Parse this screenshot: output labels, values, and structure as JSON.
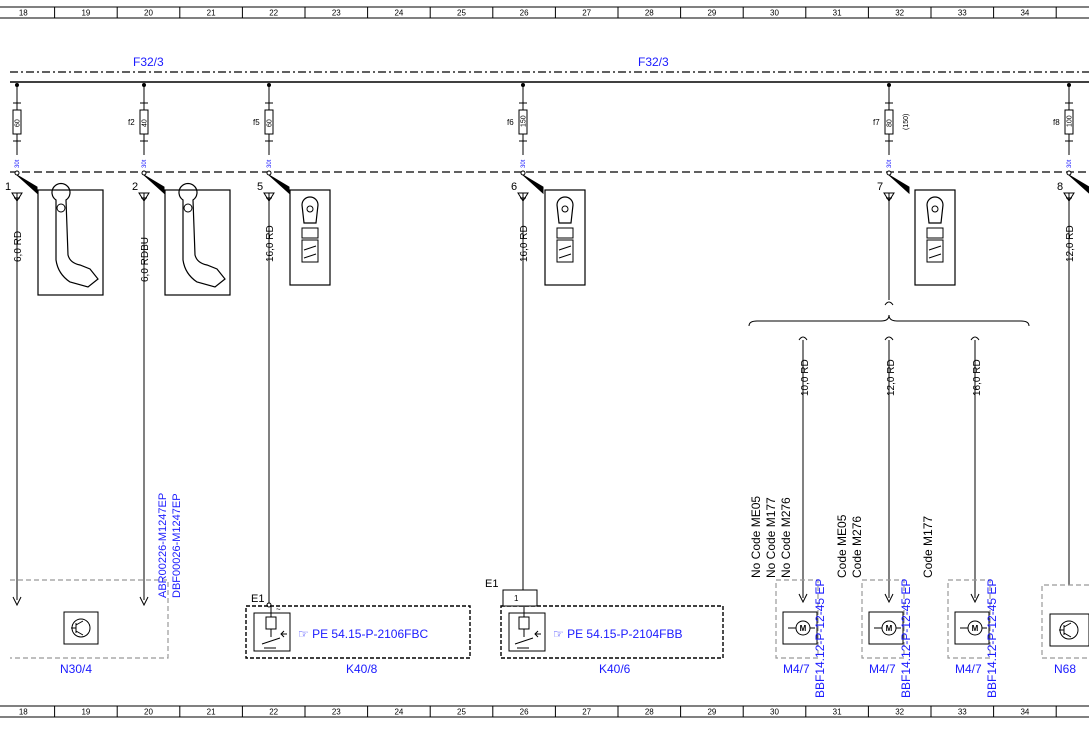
{
  "grid_numbers": [
    "18",
    "19",
    "20",
    "21",
    "22",
    "23",
    "24",
    "25",
    "26",
    "27",
    "28",
    "29",
    "30",
    "31",
    "32",
    "33",
    "34"
  ],
  "fuse_box_labels": [
    "F32/3",
    "F32/3"
  ],
  "fuses": [
    {
      "name": "",
      "rating": "60",
      "pin_tag": "30t",
      "pin": "1",
      "wire": "6,0 RD"
    },
    {
      "name": "f2",
      "rating": "40",
      "pin_tag": "30t",
      "pin": "2",
      "wire": "6,0 RDBU"
    },
    {
      "name": "f5",
      "rating": "60",
      "pin_tag": "30t",
      "pin": "5",
      "wire": "16,0 RD"
    },
    {
      "name": "f6",
      "rating": "150",
      "pin_tag": "30t",
      "pin": "6",
      "wire": "16,0 RD"
    },
    {
      "name": "f7",
      "rating": "80",
      "extra": "(150)",
      "pin_tag": "30t",
      "pin": "7"
    },
    {
      "name": "f8",
      "rating": "100",
      "pin_tag": "30t",
      "pin": "8",
      "wire": "12,0 RD"
    }
  ],
  "branch_wires": [
    "10,0 RD",
    "12,0 RD",
    "16,0 RD"
  ],
  "n30_refs": [
    "ABR00226-M1247EP",
    "DBF00026-M1247EP"
  ],
  "relays": [
    {
      "pin": "E1",
      "ref": "PE 54.15-P-2106FBC",
      "label": "K40/8"
    },
    {
      "pin": "E1",
      "ref": "PE 54.15-P-2104FBB",
      "label": "K40/6"
    }
  ],
  "relay_terminal": "1",
  "components": {
    "n30": "N30/4",
    "n68": "N68"
  },
  "motors": [
    {
      "codes": [
        "No Code ME05",
        "No Code M177",
        "No Code M276"
      ],
      "ref": "BBF14.12-P-12-45 EP",
      "label": "M4/7"
    },
    {
      "codes": [
        "Code ME05",
        "Code M276"
      ],
      "ref": "BBF14.12-P-12-45 EP",
      "label": "M4/7"
    },
    {
      "codes": [
        "Code M177"
      ],
      "ref": "BBF14.12-P-12-45 EP",
      "label": "M4/7"
    }
  ],
  "motor_symbol": "M",
  "colors": {
    "wire": "#000000",
    "label": "#1a1aff",
    "dashed": "#999999"
  }
}
